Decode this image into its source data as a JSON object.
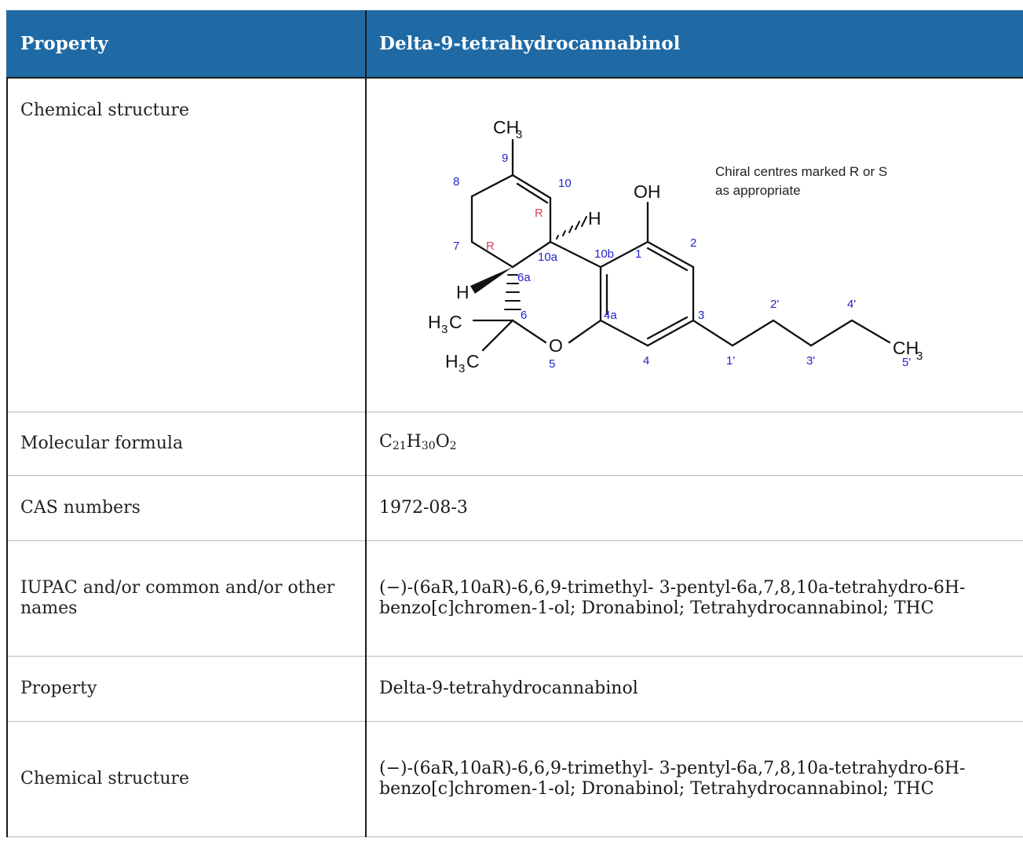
{
  "table": {
    "header": {
      "col1": "Property",
      "col2": "Delta-9-tetrahydrocannabinol"
    },
    "rows": [
      {
        "label": "Chemical structure",
        "structure": {
          "note_line1": "Chiral centres marked R or S",
          "note_line2": "as appropriate",
          "atoms": {
            "ch3_top": "CH",
            "ch3_top_sub": "3",
            "oh": "OH",
            "h_right": "H",
            "h_left": "H",
            "o_ring": "O",
            "h3c_upper": "H",
            "h3c_upper_sub": "3",
            "h3c_upper_c": "C",
            "h3c_lower": "H",
            "h3c_lower_sub": "3",
            "h3c_lower_c": "C",
            "ch3_end": "CH",
            "ch3_end_sub": "3"
          },
          "numbers": [
            "9",
            "8",
            "10",
            "7",
            "10a",
            "10b",
            "1",
            "2",
            "6a",
            "6",
            "4a",
            "3",
            "5",
            "4",
            "2'",
            "4'",
            "1'",
            "3'",
            "5'"
          ],
          "chirality": [
            "R",
            "R"
          ]
        }
      },
      {
        "label": "Molecular formula",
        "formula": {
          "c": "C",
          "c_n": "21",
          "h": "H",
          "h_n": "30",
          "o": "O",
          "o_n": "2"
        }
      },
      {
        "label": "CAS numbers",
        "value": "1972-08-3"
      },
      {
        "label": "IUPAC and/or common and/or other names",
        "value": "(−)-(6aR,10aR)-6,6,9-trimethyl- 3-pentyl-6a,7,8,10a-tetrahydro-6H-benzo[c]chromen-1-ol; Dronabinol; Tetrahydrocannabinol; THC"
      },
      {
        "label": "Property",
        "value": "Delta-9-tetrahydrocannabinol"
      },
      {
        "label": "Chemical structure",
        "value": "(−)-(6aR,10aR)-6,6,9-trimethyl- 3-pentyl-6a,7,8,10a-tetrahydro-6H-benzo[c]chromen-1-ol; Dronabinol; Tetrahydrocannabinol; THC"
      }
    ]
  }
}
